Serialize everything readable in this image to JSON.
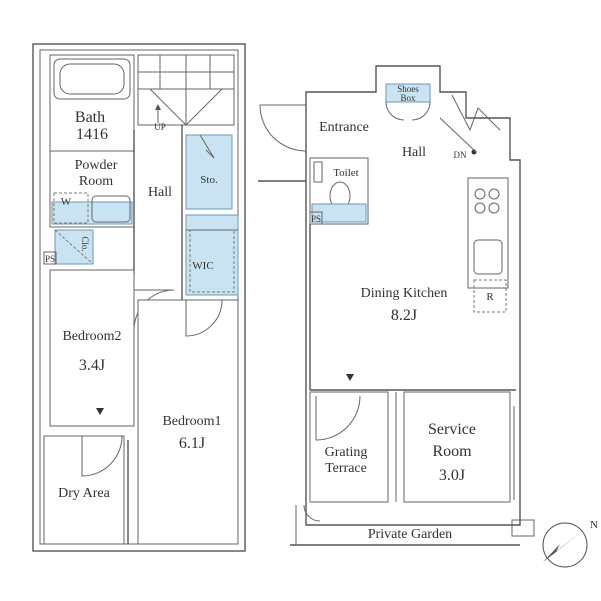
{
  "rooms": {
    "bath": "Bath",
    "bath_size": "1416",
    "powder_room_1": "Powder",
    "powder_room_2": "Room",
    "washer": "W",
    "closet": "Clo.",
    "ps_left": "PS",
    "up": "UP",
    "hall_left": "Hall",
    "storage": "Sto.",
    "wic": "WIC",
    "bedroom2": "Bedroom2",
    "bedroom2_size": "3.4J",
    "bedroom1": "Bedroom1",
    "bedroom1_size": "6.1J",
    "dry_area": "Dry Area",
    "shoes_box_1": "Shoes",
    "shoes_box_2": "Box",
    "entrance": "Entrance",
    "hall_right": "Hall",
    "down": "DN",
    "toilet": "Toilet",
    "ps_right": "PS",
    "dining_kitchen": "Dining Kitchen",
    "dining_kitchen_size": "8.2J",
    "refrigerator": "R",
    "grating_terrace_1": "Grating",
    "grating_terrace_2": "Terrace",
    "service_room_1": "Service",
    "service_room_2": "Room",
    "service_room_size": "3.0J",
    "private_garden": "Private Garden",
    "north": "N"
  },
  "colors": {
    "wall": "#555555",
    "wet_area": "#c9e3f2",
    "text": "#333333"
  }
}
